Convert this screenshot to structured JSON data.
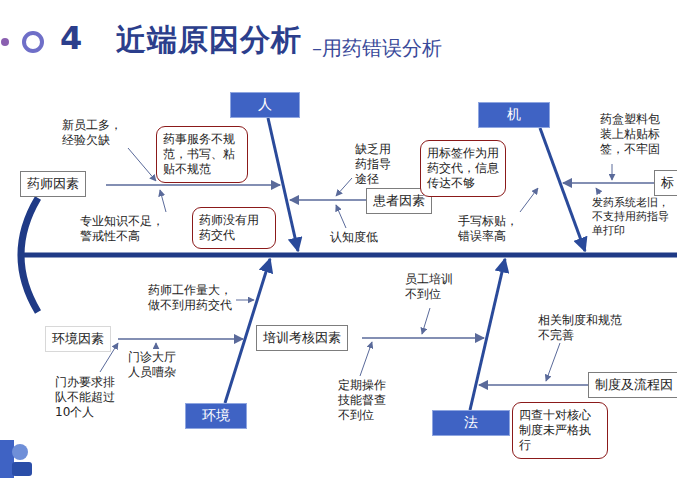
{
  "diagram": {
    "title": "近端原因分析",
    "nodes": [
      {
        "text": [
          "人"
        ]
      },
      {
        "text": [
          "药师因素"
        ]
      },
      {
        "text": [
          "药事服务不规范，书写、粘贴不规范"
        ]
      },
      {
        "text": [
          "药师没有用药交代"
        ]
      },
      {
        "text": [
          "患者因素"
        ]
      },
      {
        "text": [
          "机"
        ]
      },
      {
        "text": [
          "用标签作为用药交代，信息传达不够"
        ]
      },
      {
        "text": [
          "标"
        ]
      },
      {
        "text": [
          "环境因素"
        ]
      },
      {
        "text": [
          "培训考核因素"
        ]
      },
      {
        "text": [
          "环境"
        ]
      },
      {
        "text": [
          "制度及流程因"
        ]
      },
      {
        "text": [
          "法"
        ]
      },
      {
        "text": [
          "四查十对核心制度未严格执行"
        ]
      }
    ],
    "labels": [
      "4",
      "–用药错误分析",
      "新员工多，经验欠缺",
      "专业知识不足，警戒性不高",
      "缺乏用药指导途径",
      "认知度低",
      "手写标贴，错误率高",
      "药盒塑料包装上粘贴标签，不牢固",
      "发药系统老旧，不支持用药指导单打印",
      "药师工作量大，做不到用药交代",
      "门办要求排队不能超过10个人",
      "门诊大厅人员嘈杂",
      "员工培训不到位",
      "定期操作技能督查不到位",
      "相关制度和规范不完善"
    ]
  }
}
